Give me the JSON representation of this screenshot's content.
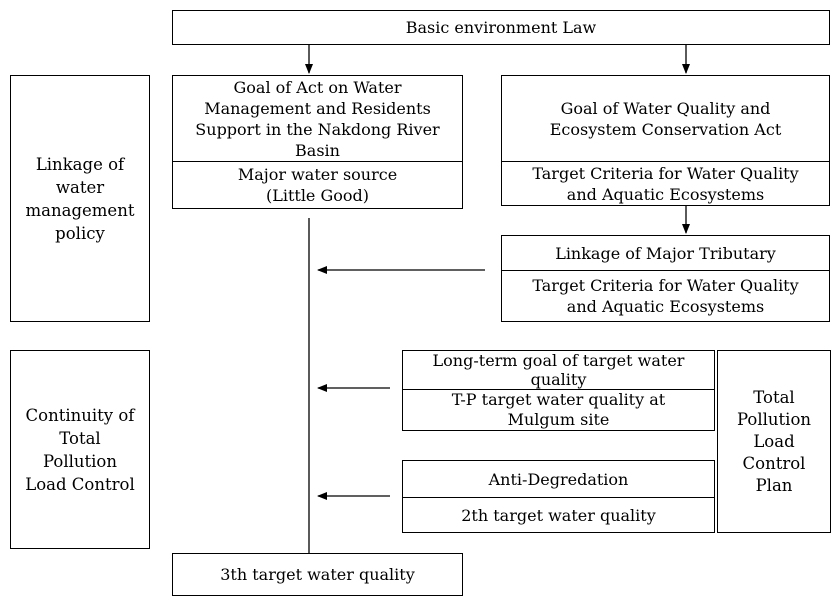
{
  "top": {
    "law": "Basic environment Law"
  },
  "left_labels": {
    "linkage": "Linkage of\nwater\nmanagement\npolicy",
    "continuity": "Continuity of\nTotal\nPollution\nLoad Control"
  },
  "nakdong": {
    "goal": "Goal of Act on Water\nManagement and Residents\nSupport in the Nakdong River\nBasin",
    "source": "Major water source\n(Little Good)"
  },
  "ecosystem": {
    "goal": "Goal of Water Quality and\nEcosystem Conservation Act",
    "criteria": "Target Criteria for Water Quality\nand Aquatic Ecosystems"
  },
  "tributary": {
    "title": "Linkage of Major Tributary",
    "criteria": "Target Criteria for Water Quality\nand Aquatic Ecosystems"
  },
  "longterm": {
    "title": "Long-term goal of target water\nquality",
    "tp": "T-P target water quality at\nMulgum site"
  },
  "anti": {
    "title": "Anti-Degredation",
    "second": "2th target water quality"
  },
  "tplc_plan": "Total\nPollution\nLoad\nControl\nPlan",
  "bottom": {
    "third": "3th target water quality"
  }
}
